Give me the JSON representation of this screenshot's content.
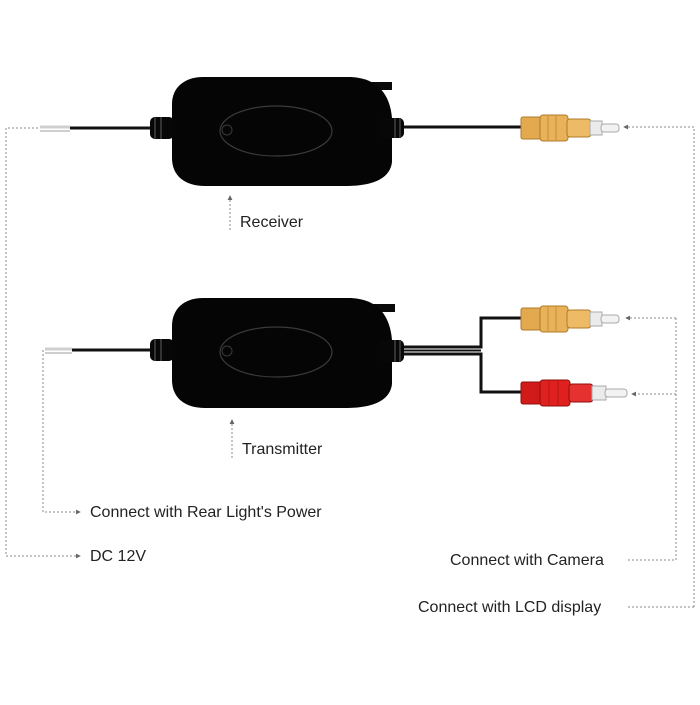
{
  "labels": {
    "receiver": "Receiver",
    "transmitter": "Transmitter",
    "rear_light": "Connect with Rear Light's Power",
    "dc": "DC 12V",
    "camera": "Connect with Camera",
    "lcd": "Connect with LCD display"
  },
  "colors": {
    "module_body": "#050505",
    "cable": "#111111",
    "rca_yellow": "#e8b25a",
    "rca_red": "#e0201e",
    "rca_tip": "#f2f2f2",
    "wire_tip": "#cfcfcf",
    "leader_line": "#8a8a8a"
  },
  "icons": [
    "receiver-module",
    "transmitter-module",
    "rca-yellow-connector",
    "rca-red-connector"
  ]
}
